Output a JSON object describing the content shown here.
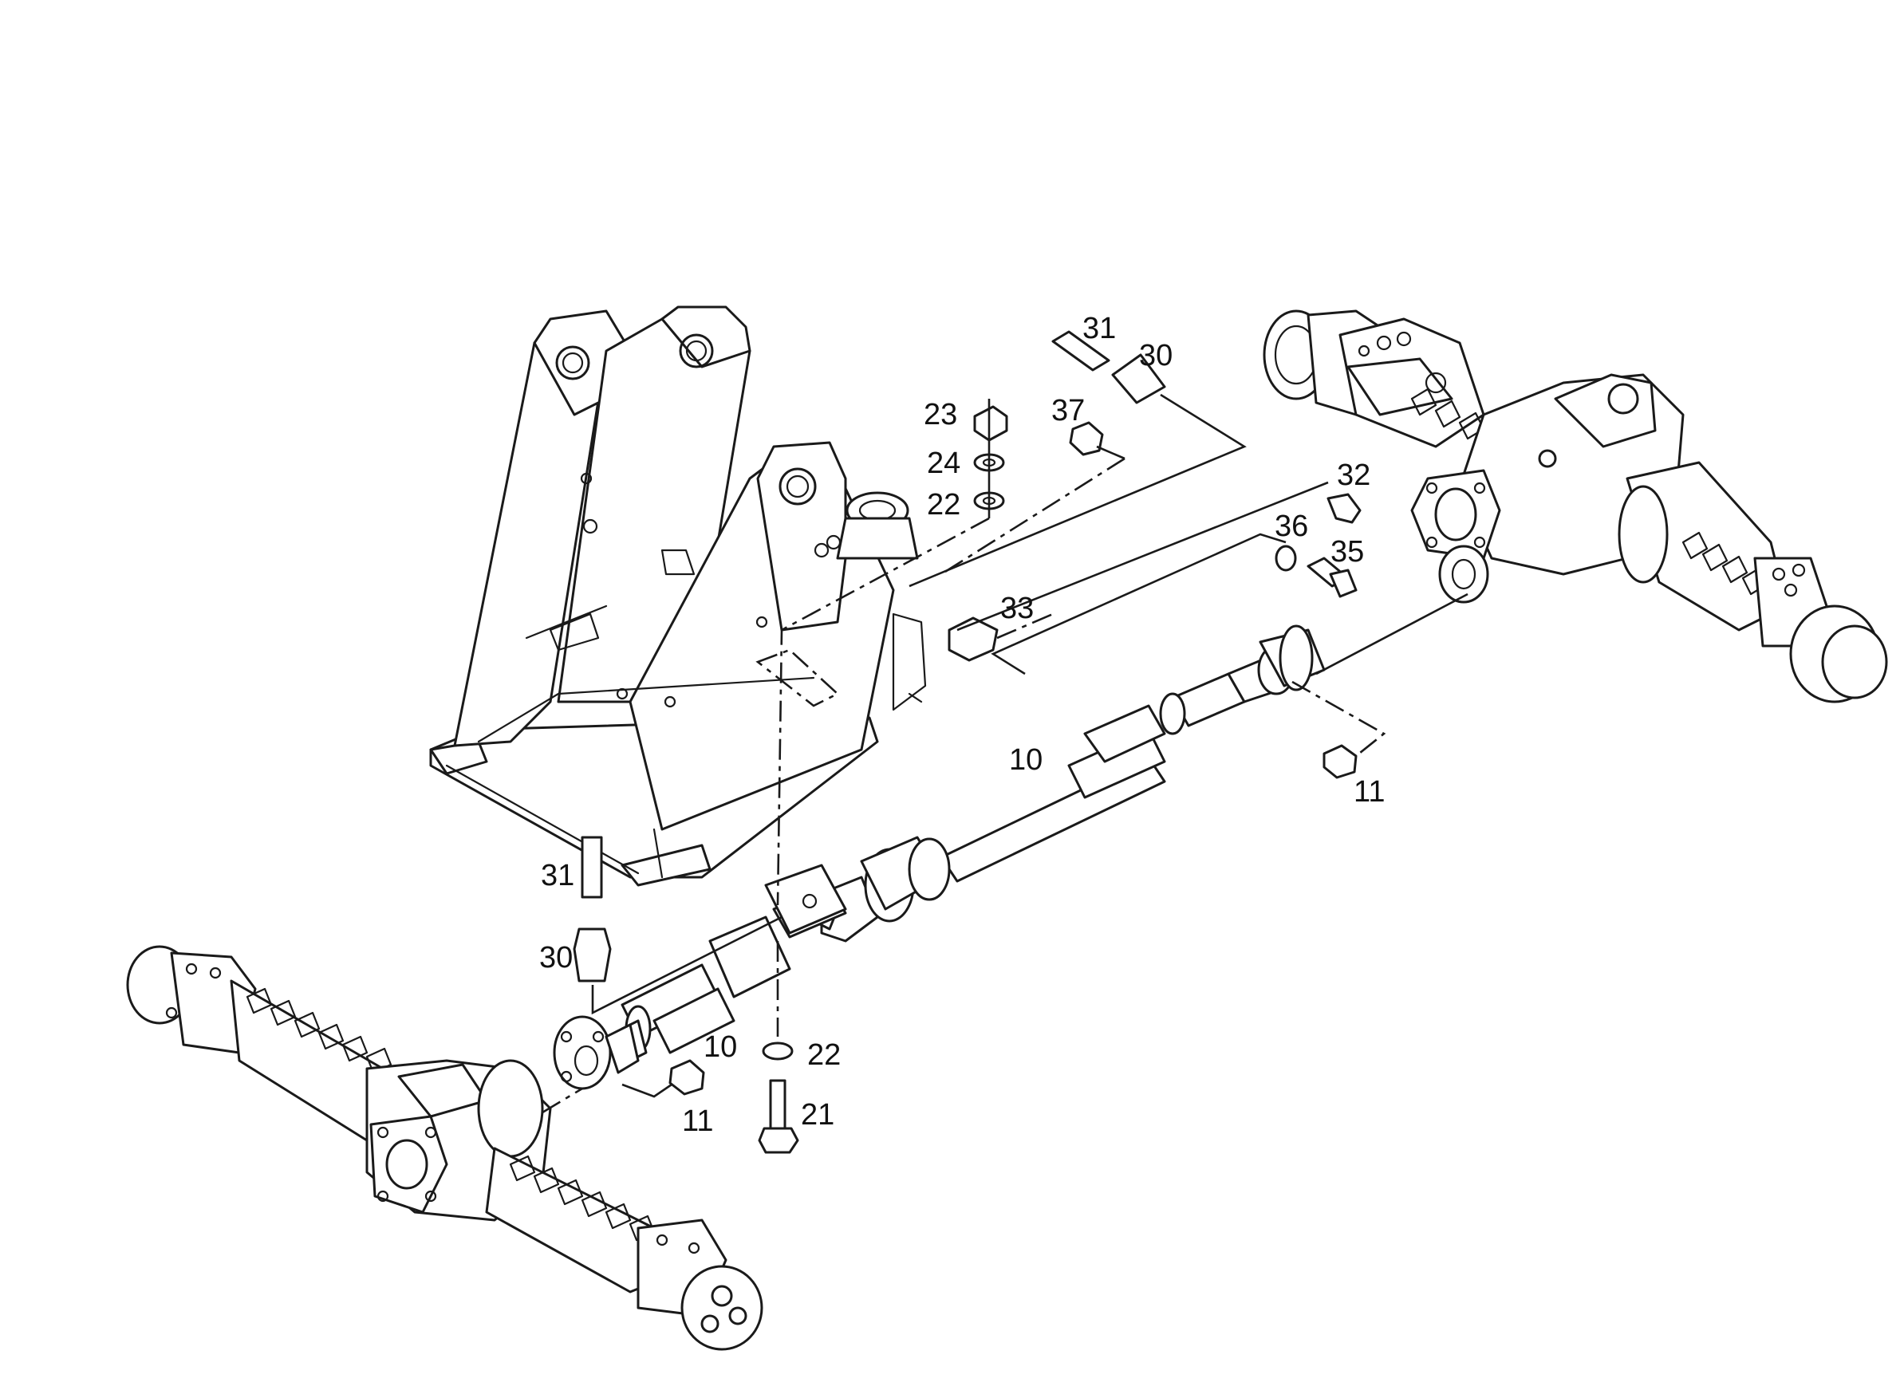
{
  "callouts": {
    "c31a": "31",
    "c30a": "30",
    "c23": "23",
    "c37": "37",
    "c24": "24",
    "c22a": "22",
    "c32": "32",
    "c36": "36",
    "c35": "35",
    "c33": "33",
    "c10a": "10",
    "c11a": "11",
    "c31b": "31",
    "c30b": "30",
    "c10b": "10",
    "c22b": "22",
    "c21": "21",
    "c11b": "11"
  }
}
